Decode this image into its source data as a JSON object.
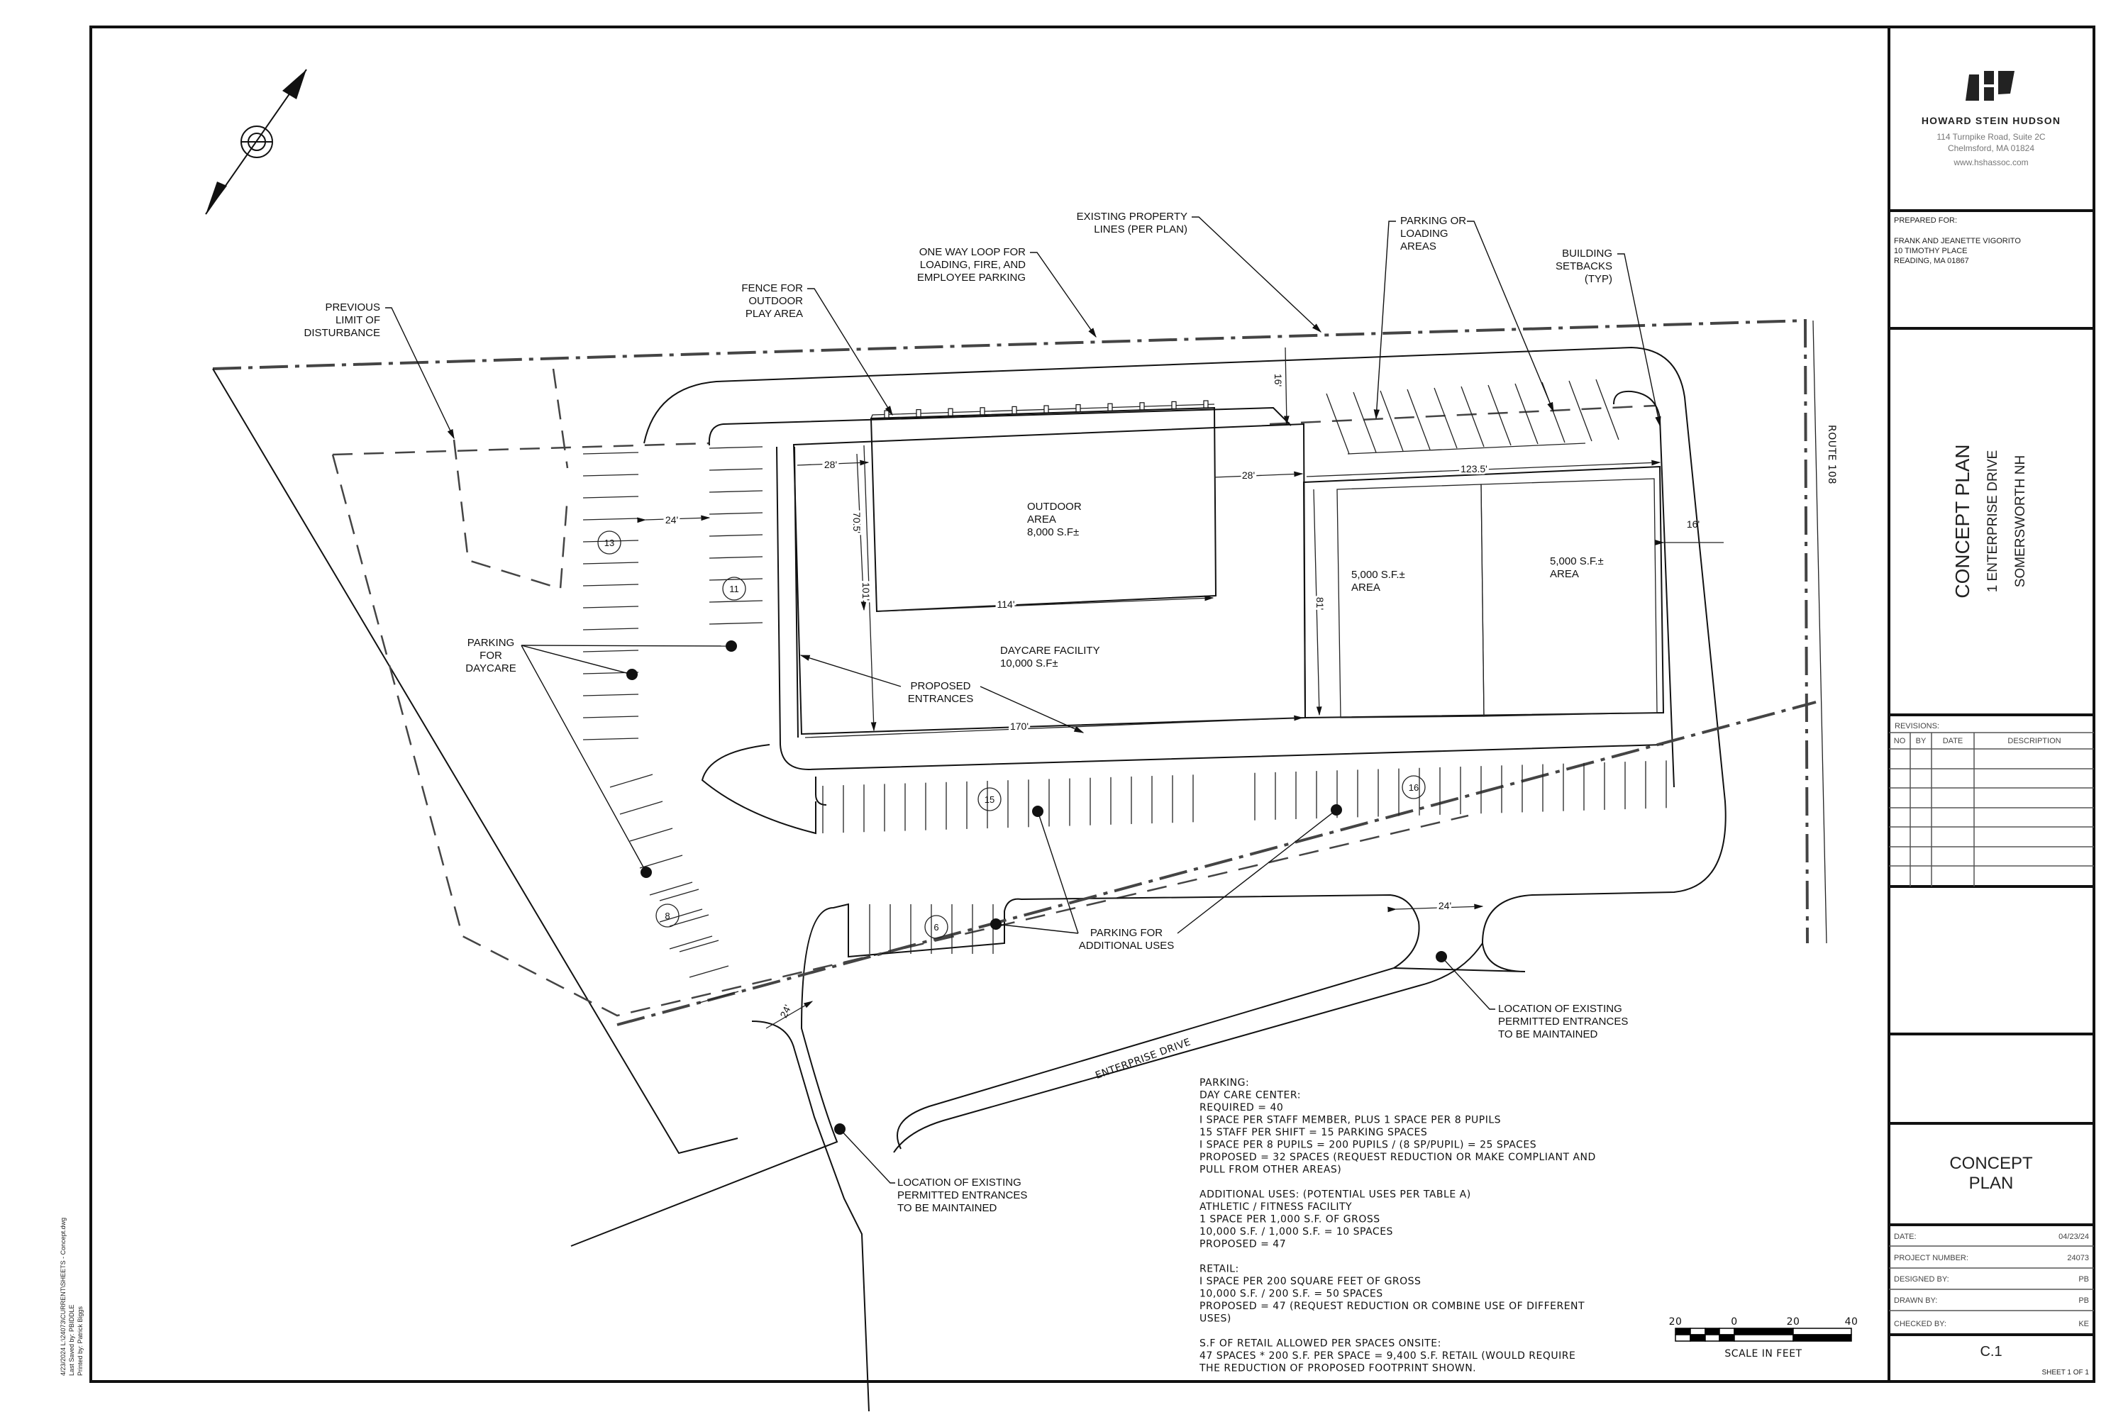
{
  "title_block": {
    "firm": {
      "name": "HOWARD STEIN HUDSON",
      "address1": "114 Turnpike Road, Suite 2C",
      "address2": "Chelmsford, MA  01824",
      "website": "www.hshassoc.com"
    },
    "prepared_for": {
      "label": "PREPARED FOR:",
      "lines": [
        "FRANK AND JEANETTE VIGORITO",
        "10 TIMOTHY PLACE",
        "READING, MA 01867"
      ]
    },
    "project_title": [
      "CONCEPT PLAN",
      "1 ENTERPRISE DRIVE",
      "SOMERSWORTH NH"
    ],
    "revisions": {
      "label": "REVISIONS:",
      "columns": [
        "NO",
        "BY",
        "DATE",
        "DESCRIPTION"
      ]
    },
    "sheet_title": [
      "CONCEPT",
      "PLAN"
    ],
    "info": [
      {
        "label": "DATE:",
        "value": "04/23/24"
      },
      {
        "label": "PROJECT NUMBER:",
        "value": "24073"
      },
      {
        "label": "DESIGNED BY:",
        "value": "PB"
      },
      {
        "label": "DRAWN BY:",
        "value": "PB"
      },
      {
        "label": "CHECKED BY:",
        "value": "KE"
      }
    ],
    "sheet_number": "C.1",
    "sheet_of": "SHEET 1 OF 1"
  },
  "plan": {
    "callouts": {
      "previous_lod": [
        "PREVIOUS",
        "LIMIT OF",
        "DISTURBANCE"
      ],
      "fence": [
        "FENCE FOR",
        "OUTDOOR",
        "PLAY AREA"
      ],
      "one_way_loop": [
        "ONE WAY LOOP FOR",
        "LOADING, FIRE, AND",
        "EMPLOYEE PARKING"
      ],
      "property_lines": [
        "EXISTING PROPERTY",
        "LINES (PER PLAN)"
      ],
      "parking_loading": [
        "PARKING OR",
        "LOADING",
        "AREAS"
      ],
      "setbacks": [
        "BUILDING",
        "SETBACKS",
        "(TYP)"
      ],
      "parking_daycare": [
        "PARKING",
        "FOR",
        "DAYCARE"
      ],
      "proposed_entrances": [
        "PROPOSED",
        "ENTRANCES"
      ],
      "parking_additional": [
        "PARKING FOR",
        "ADDITIONAL USES"
      ],
      "existing_entrance_right": [
        "LOCATION OF EXISTING",
        "PERMITTED ENTRANCES",
        "TO BE MAINTAINED"
      ],
      "existing_entrance_left": [
        "LOCATION OF EXISTING",
        "PERMITTED ENTRANCES",
        "TO BE MAINTAINED"
      ]
    },
    "roads": {
      "route": "ROUTE 108",
      "street": "ENTERPRISE DRIVE"
    },
    "areas": {
      "outdoor": [
        "OUTDOOR",
        "AREA",
        "8,000 S.F±"
      ],
      "daycare": [
        "DAYCARE FACILITY",
        "10,000 S.F±"
      ],
      "retail_a": [
        "5,000 S.F.±",
        "AREA"
      ],
      "retail_b": [
        "5,000 S.F.±",
        "AREA"
      ]
    },
    "dimensions": {
      "aisle_left": "24'",
      "setback_left": "28'",
      "outdoor_depth": "70.5'",
      "daycare_depth": "101'",
      "outdoor_width": "114'",
      "gap_mid": "28'",
      "top_drive": "16'",
      "retail_width": "123.5'",
      "retail_depth": "81'",
      "side_drive": "16'",
      "daycare_width": "170'",
      "entrance_right": "24'",
      "entrance_left": "24'"
    },
    "space_counts": [
      "13",
      "11",
      "15",
      "16",
      "8",
      "6"
    ]
  },
  "notes": [
    {
      "lines": [
        "PARKING:",
        "DAY CARE CENTER:",
        "REQUIRED = 40",
        "I SPACE PER STAFF MEMBER, PLUS 1 SPACE PER 8 PUPILS",
        "15 STAFF PER SHIFT = 15 PARKING SPACES",
        "I SPACE PER 8 PUPILS = 200 PUPILS / (8 SP/PUPIL) = 25 SPACES",
        "PROPOSED = 32 SPACES (REQUEST REDUCTION OR MAKE COMPLIANT AND",
        "PULL FROM OTHER AREAS)"
      ]
    },
    {
      "lines": [
        "ADDITIONAL USES: (POTENTIAL USES PER TABLE A)",
        "ATHLETIC / FITNESS FACILITY",
        "     1 SPACE PER 1,000 S.F. OF GROSS",
        "10,000 S.F. / 1,000 S.F. = 10 SPACES",
        "PROPOSED = 47"
      ]
    },
    {
      "lines": [
        "RETAIL:",
        "     I SPACE PER 200 SQUARE FEET OF GROSS",
        "10,000 S.F. / 200 S.F. = 50 SPACES",
        "PROPOSED = 47 (REQUEST REDUCTION OR COMBINE USE OF DIFFERENT",
        "USES)"
      ]
    },
    {
      "lines": [
        "S.F OF RETAIL ALLOWED PER SPACES ONSITE:",
        "47 SPACES * 200 S.F. PER SPACE = 9,400 S.F. RETAIL (WOULD REQUIRE",
        "THE REDUCTION OF PROPOSED FOOTPRINT SHOWN."
      ]
    }
  ],
  "scale_bar": {
    "ticks": [
      "20",
      "0",
      "20",
      "40"
    ],
    "label": "SCALE IN FEET"
  },
  "margin_stamp": [
    "4/23/2024    L:\\24073\\CURRENT\\SHEETS - Concept.dwg",
    "Last Saved by: PBIDDLE",
    "Printed by: Patrick Biggs"
  ]
}
